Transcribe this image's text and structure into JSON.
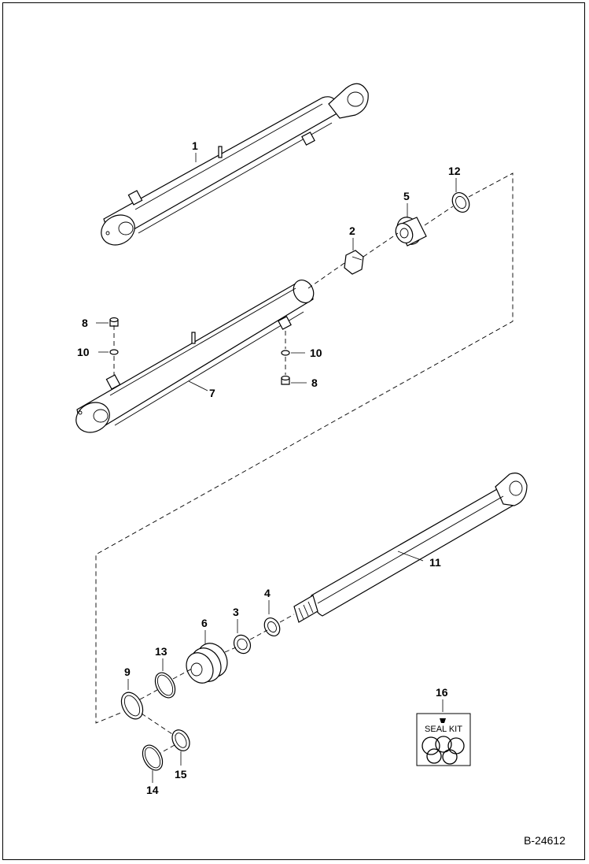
{
  "diagram": {
    "document_number": "B-24612",
    "seal_kit_title": "SEAL KIT",
    "callouts": {
      "c1": "1",
      "c2": "2",
      "c3": "3",
      "c4": "4",
      "c5": "5",
      "c6": "6",
      "c7": "7",
      "c8a": "8",
      "c8b": "8",
      "c9": "9",
      "c10a": "10",
      "c10b": "10",
      "c11": "11",
      "c12": "12",
      "c13": "13",
      "c14": "14",
      "c15": "15",
      "c16": "16"
    }
  }
}
